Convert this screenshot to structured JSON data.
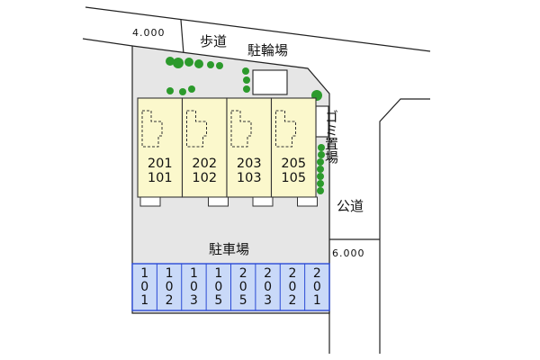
{
  "labels": {
    "sidewalk": "歩道",
    "bike_parking": "駐輪場",
    "garbage_area": "ゴミ置場",
    "public_road": "公道",
    "parking": "駐車場",
    "width_top": "4.000",
    "width_right": "6.000"
  },
  "units": [
    {
      "upper": "201",
      "lower": "101"
    },
    {
      "upper": "202",
      "lower": "102"
    },
    {
      "upper": "203",
      "lower": "103"
    },
    {
      "upper": "205",
      "lower": "105"
    }
  ],
  "parking_slots": [
    [
      "1",
      "0",
      "1"
    ],
    [
      "1",
      "0",
      "2"
    ],
    [
      "1",
      "0",
      "3"
    ],
    [
      "1",
      "0",
      "5"
    ],
    [
      "2",
      "0",
      "5"
    ],
    [
      "2",
      "0",
      "3"
    ],
    [
      "2",
      "0",
      "2"
    ],
    [
      "2",
      "0",
      "1"
    ]
  ],
  "colors": {
    "lot": "#e6e6e6",
    "building": "#fbf8cc",
    "parking_fill": "#c9d9f8",
    "parking_border": "#2a4ad6",
    "vegetation": "#2c9a2c"
  }
}
